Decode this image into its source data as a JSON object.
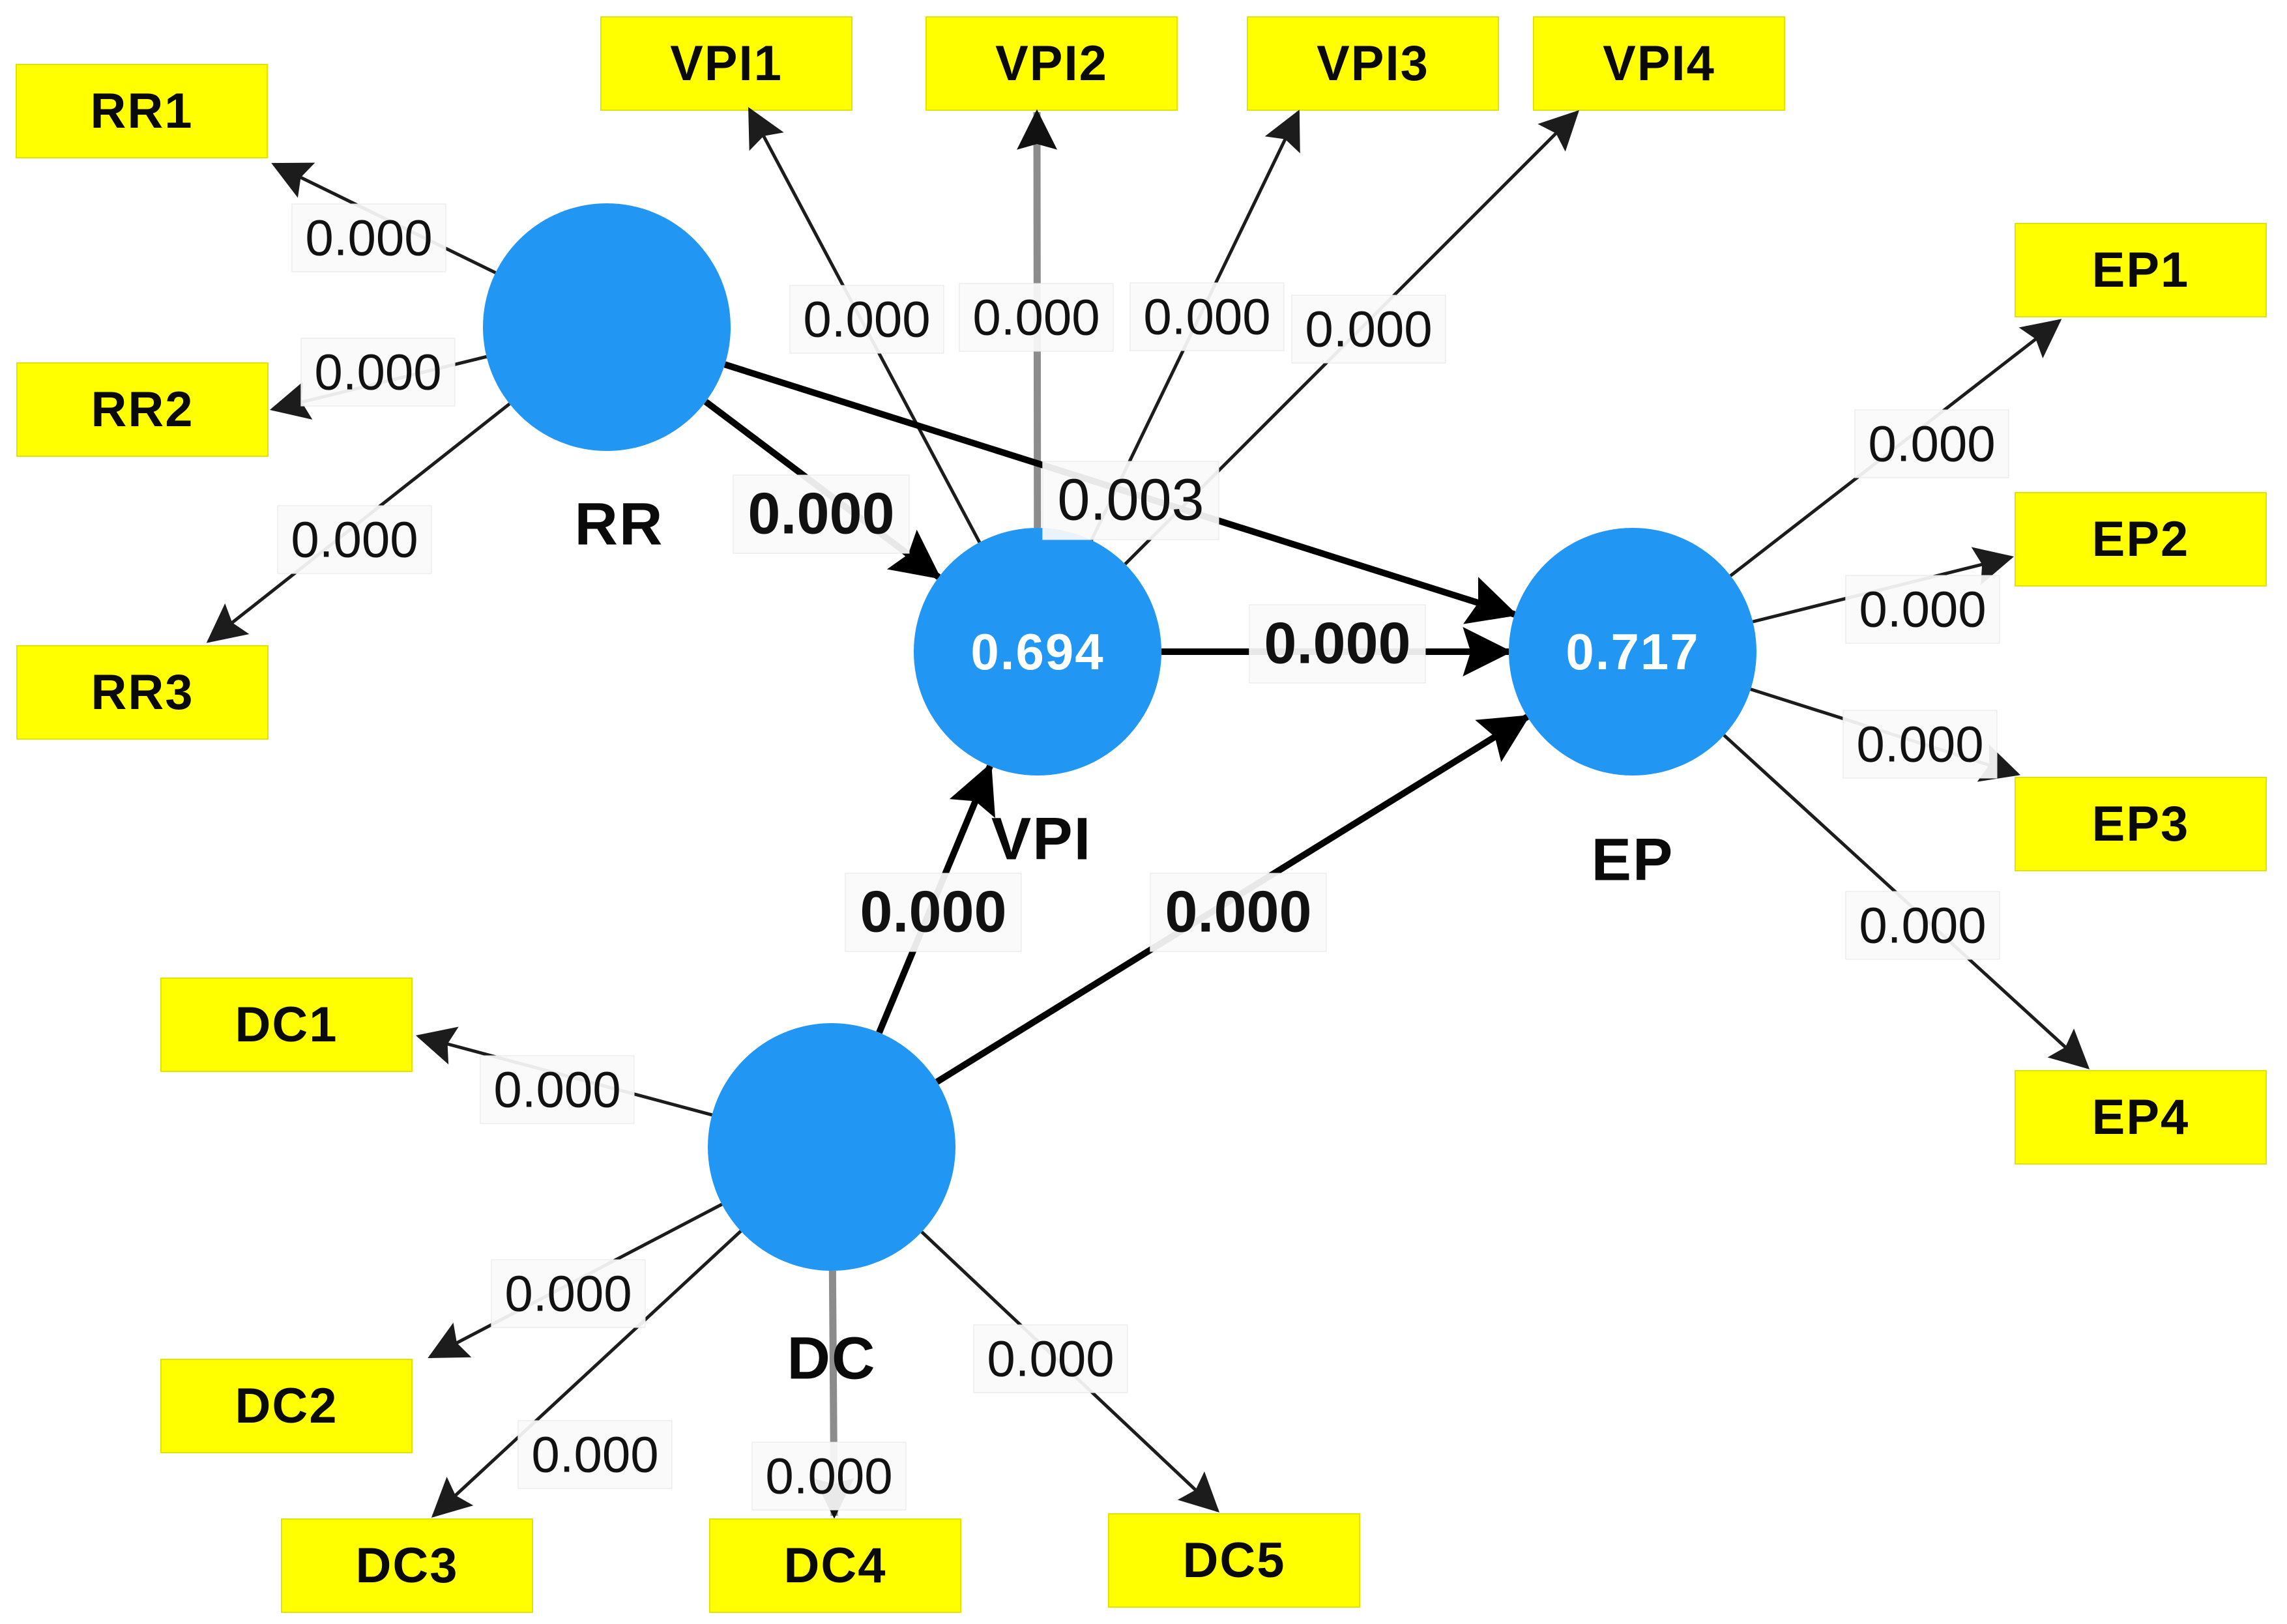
{
  "diagram": {
    "type": "sem-path-model",
    "colors": {
      "latent_fill": "#2196f3",
      "latent_value_text": "#ffffff",
      "indicator_fill": "#ffff00",
      "indicator_text": "#000000",
      "edge_black": "#1c1c1c",
      "edge_bold": "#000000",
      "edge_gray": "#8c8c8c",
      "label_background": "#fafafa"
    },
    "latent_nodes": [
      {
        "id": "RR",
        "label": "RR",
        "value": ""
      },
      {
        "id": "VPI",
        "label": "VPI",
        "value": "0.694"
      },
      {
        "id": "EP",
        "label": "EP",
        "value": "0.717"
      },
      {
        "id": "DC",
        "label": "DC",
        "value": ""
      }
    ],
    "indicator_nodes": [
      {
        "id": "RR1",
        "label": "RR1"
      },
      {
        "id": "RR2",
        "label": "RR2"
      },
      {
        "id": "RR3",
        "label": "RR3"
      },
      {
        "id": "VPI1",
        "label": "VPI1"
      },
      {
        "id": "VPI2",
        "label": "VPI2"
      },
      {
        "id": "VPI3",
        "label": "VPI3"
      },
      {
        "id": "VPI4",
        "label": "VPI4"
      },
      {
        "id": "EP1",
        "label": "EP1"
      },
      {
        "id": "EP2",
        "label": "EP2"
      },
      {
        "id": "EP3",
        "label": "EP3"
      },
      {
        "id": "EP4",
        "label": "EP4"
      },
      {
        "id": "DC1",
        "label": "DC1"
      },
      {
        "id": "DC2",
        "label": "DC2"
      },
      {
        "id": "DC3",
        "label": "DC3"
      },
      {
        "id": "DC4",
        "label": "DC4"
      },
      {
        "id": "DC5",
        "label": "DC5"
      }
    ],
    "structural_edges": [
      {
        "from": "RR",
        "to": "VPI",
        "label": "0.000",
        "bold_label": true
      },
      {
        "from": "RR",
        "to": "EP",
        "label": "0.003",
        "bold_label": false
      },
      {
        "from": "VPI",
        "to": "EP",
        "label": "0.000",
        "bold_label": true
      },
      {
        "from": "DC",
        "to": "VPI",
        "label": "0.000",
        "bold_label": true
      },
      {
        "from": "DC",
        "to": "EP",
        "label": "0.000",
        "bold_label": true
      }
    ],
    "measurement_edges": [
      {
        "from": "RR",
        "to": "RR1",
        "label": "0.000"
      },
      {
        "from": "RR",
        "to": "RR2",
        "label": "0.000"
      },
      {
        "from": "RR",
        "to": "RR3",
        "label": "0.000"
      },
      {
        "from": "VPI",
        "to": "VPI1",
        "label": "0.000"
      },
      {
        "from": "VPI",
        "to": "VPI2",
        "label": "0.000"
      },
      {
        "from": "VPI",
        "to": "VPI3",
        "label": "0.000"
      },
      {
        "from": "VPI",
        "to": "VPI4",
        "label": "0.000"
      },
      {
        "from": "EP",
        "to": "EP1",
        "label": "0.000"
      },
      {
        "from": "EP",
        "to": "EP2",
        "label": "0.000"
      },
      {
        "from": "EP",
        "to": "EP3",
        "label": "0.000"
      },
      {
        "from": "EP",
        "to": "EP4",
        "label": "0.000"
      },
      {
        "from": "DC",
        "to": "DC1",
        "label": "0.000"
      },
      {
        "from": "DC",
        "to": "DC2",
        "label": "0.000"
      },
      {
        "from": "DC",
        "to": "DC3",
        "label": "0.000"
      },
      {
        "from": "DC",
        "to": "DC4",
        "label": "0.000"
      },
      {
        "from": "DC",
        "to": "DC5",
        "label": "0.000"
      }
    ]
  }
}
